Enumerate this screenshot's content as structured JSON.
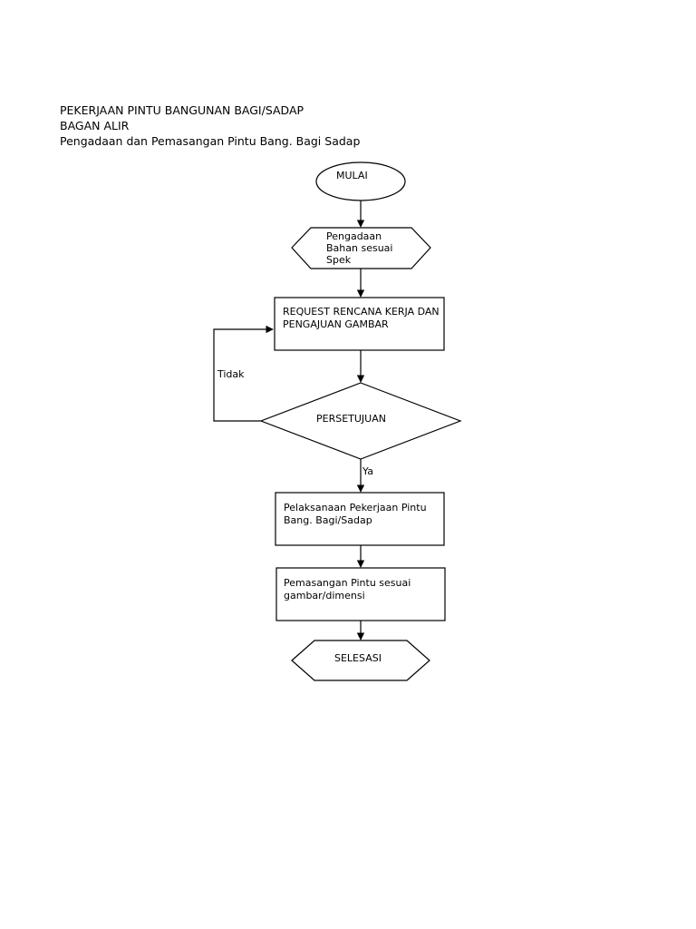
{
  "header": {
    "title": "PEKERJAAN PINTU BANGUNAN BAGI/SADAP",
    "subtitle": "BAGAN ALIR",
    "description": "Pengadaan dan Pemasangan Pintu Bang. Bagi Sadap"
  },
  "flowchart": {
    "start": {
      "label": "MULAI"
    },
    "procurement": {
      "lines": [
        "Pengadaan",
        "Bahan sesuai",
        "Spek"
      ]
    },
    "request": {
      "lines": [
        "REQUEST RENCANA KERJA DAN",
        "PENGAJUAN GAMBAR"
      ]
    },
    "decision": {
      "label": "PERSETUJUAN",
      "no_label": "Tidak",
      "yes_label": "Ya"
    },
    "execution": {
      "lines": [
        "Pelaksanaan Pekerjaan Pintu",
        "Bang. Bagi/Sadap"
      ]
    },
    "installation": {
      "lines": [
        "Pemasangan Pintu sesuai",
        "gambar/dimensi"
      ]
    },
    "end": {
      "label": "SELESASI"
    }
  }
}
